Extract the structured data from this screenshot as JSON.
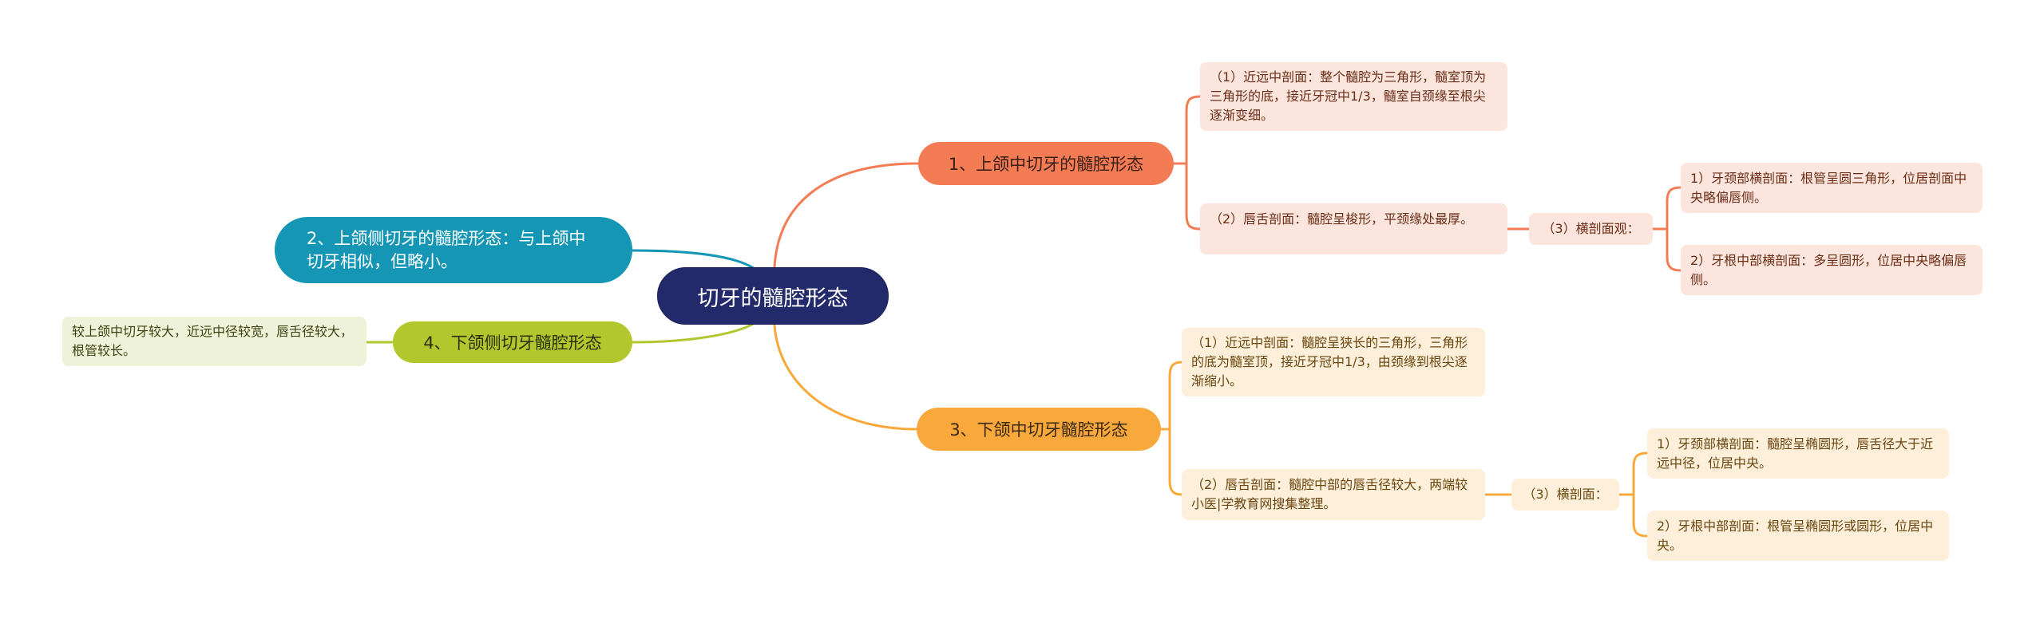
{
  "title": "切牙的髓腔形态",
  "colors": {
    "root": "#232a6b",
    "branch1": "#f47c55",
    "branch2": "#1596b5",
    "branch3": "#f9a83c",
    "branch4": "#b2c72e"
  },
  "branches": [
    {
      "id": "b1",
      "label": "1、上颌中切牙的髓腔形态",
      "children": [
        {
          "text": "（1）近远中剖面：整个髓腔为三角形，髓室顶为三角形的底，接近牙冠中1/3，髓室自颈缘至根尖逐渐变细。"
        },
        {
          "text": "（2）唇舌剖面：髓腔呈梭形，平颈缘处最厚。"
        },
        {
          "text": "（3）横剖面观：",
          "children": [
            {
              "text": "1）牙颈部横剖面：根管呈圆三角形，位居剖面中央略偏唇侧。"
            },
            {
              "text": "2）牙根中部横剖面：多呈圆形，位居中央略偏唇侧。"
            }
          ]
        }
      ]
    },
    {
      "id": "b2",
      "label": "2、上颌侧切牙的髓腔形态：与上颌中切牙相似，但略小。"
    },
    {
      "id": "b3",
      "label": "3、下颌中切牙髓腔形态",
      "children": [
        {
          "text": "（1）近远中剖面：髓腔呈狭长的三角形，三角形的底为髓室顶，接近牙冠中1/3，由颈缘到根尖逐渐缩小。"
        },
        {
          "text": "（2）唇舌剖面：髓腔中部的唇舌径较大，两端较小医|学教育网搜集整理。"
        },
        {
          "text": "（3）横剖面：",
          "children": [
            {
              "text": "1）牙颈部横剖面：髓腔呈椭圆形，唇舌径大于近远中径，位居中央。"
            },
            {
              "text": "2）牙根中部剖面：根管呈椭圆形或圆形，位居中央。"
            }
          ]
        }
      ]
    },
    {
      "id": "b4",
      "label": "4、下颌侧切牙髓腔形态",
      "children": [
        {
          "text": "较上颌中切牙较大，近远中径较宽，唇舌径较大，根管较长。"
        }
      ]
    }
  ]
}
